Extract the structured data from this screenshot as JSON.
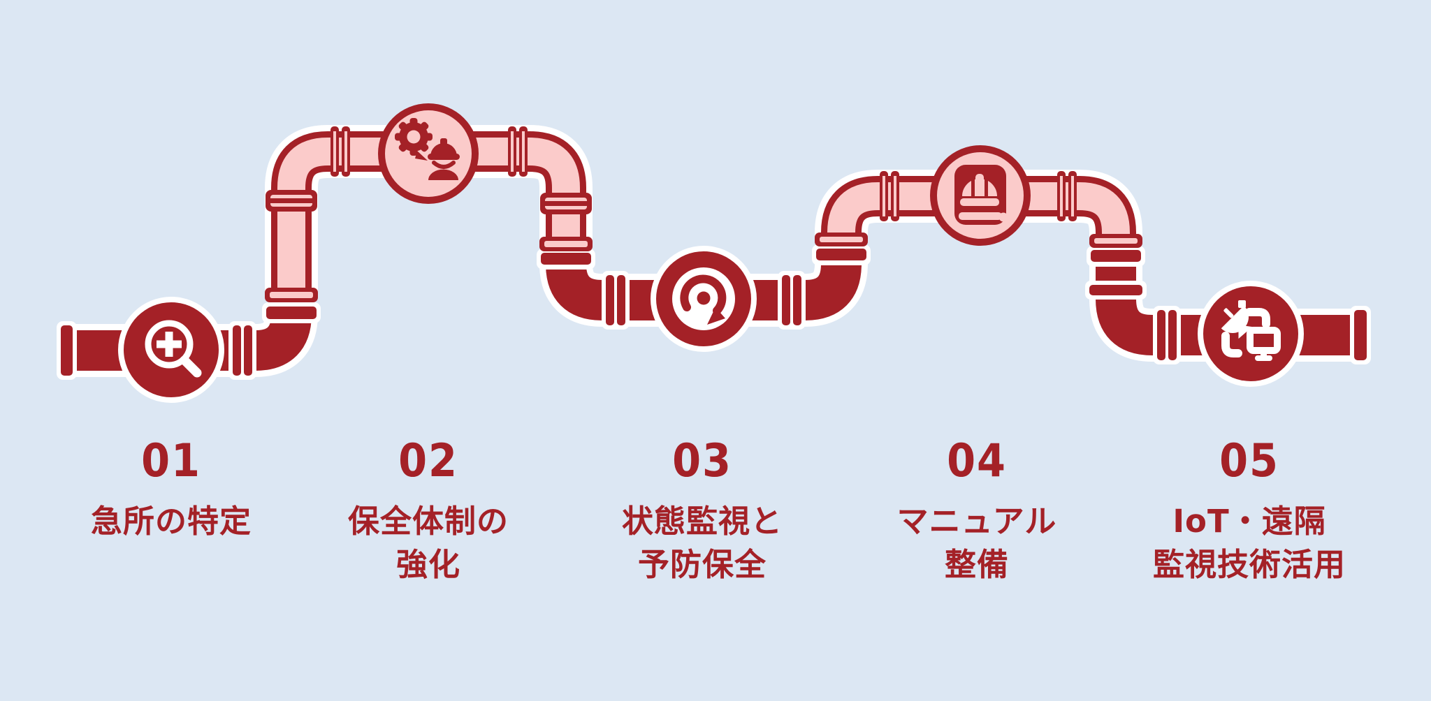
{
  "colors": {
    "background": "#DCE7F3",
    "dark_red": "#A42127",
    "pink": "#FBCBCA",
    "outline_white": "#FFFFFF"
  },
  "diagram": {
    "type": "pipeline-process-flow",
    "direction": "left-to-right",
    "segment_styles": [
      "dark",
      "pink",
      "dark",
      "pink",
      "dark"
    ]
  },
  "steps": [
    {
      "number": "01",
      "line1": "急所の特定",
      "line2": "",
      "icon": "magnifier-plus-icon",
      "node_style": "dark"
    },
    {
      "number": "02",
      "line1": "保全体制の",
      "line2": "強化",
      "icon": "gear-worker-icon",
      "node_style": "pink"
    },
    {
      "number": "03",
      "line1": "状態監視と",
      "line2": "予防保全",
      "icon": "rotation-gauge-icon",
      "node_style": "dark"
    },
    {
      "number": "04",
      "line1": "マニュアル",
      "line2": "整備",
      "icon": "manual-book-icon",
      "node_style": "pink"
    },
    {
      "number": "05",
      "line1": "IoT・遠隔",
      "line2": "監視技術活用",
      "icon": "satellite-monitor-icon",
      "node_style": "dark"
    }
  ]
}
